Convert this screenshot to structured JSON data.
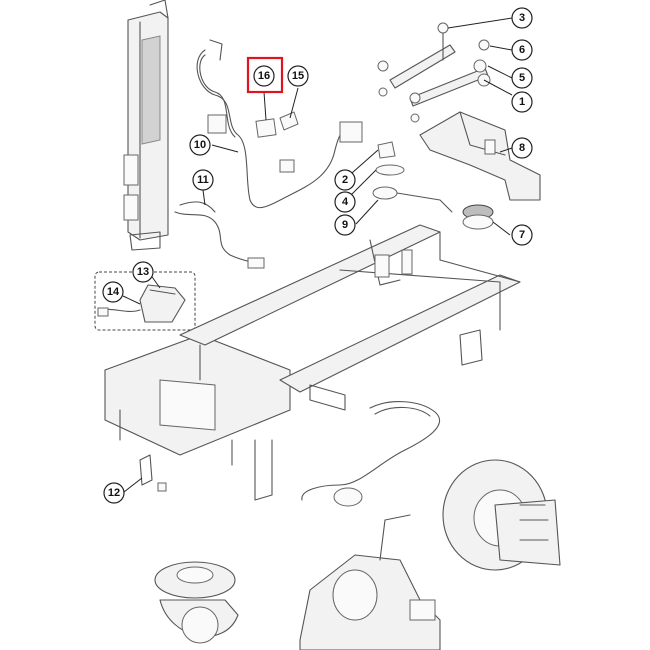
{
  "callouts": [
    {
      "id": "1",
      "label": "1"
    },
    {
      "id": "2",
      "label": "2"
    },
    {
      "id": "3",
      "label": "3"
    },
    {
      "id": "4",
      "label": "4"
    },
    {
      "id": "5",
      "label": "5"
    },
    {
      "id": "6",
      "label": "6"
    },
    {
      "id": "7",
      "label": "7"
    },
    {
      "id": "8",
      "label": "8"
    },
    {
      "id": "9",
      "label": "9"
    },
    {
      "id": "10",
      "label": "10"
    },
    {
      "id": "11",
      "label": "11"
    },
    {
      "id": "12",
      "label": "12"
    },
    {
      "id": "13",
      "label": "13"
    },
    {
      "id": "14",
      "label": "14"
    },
    {
      "id": "15",
      "label": "15"
    },
    {
      "id": "16",
      "label": "16"
    }
  ],
  "highlight": {
    "callout": "16",
    "color": "#e0141e"
  }
}
